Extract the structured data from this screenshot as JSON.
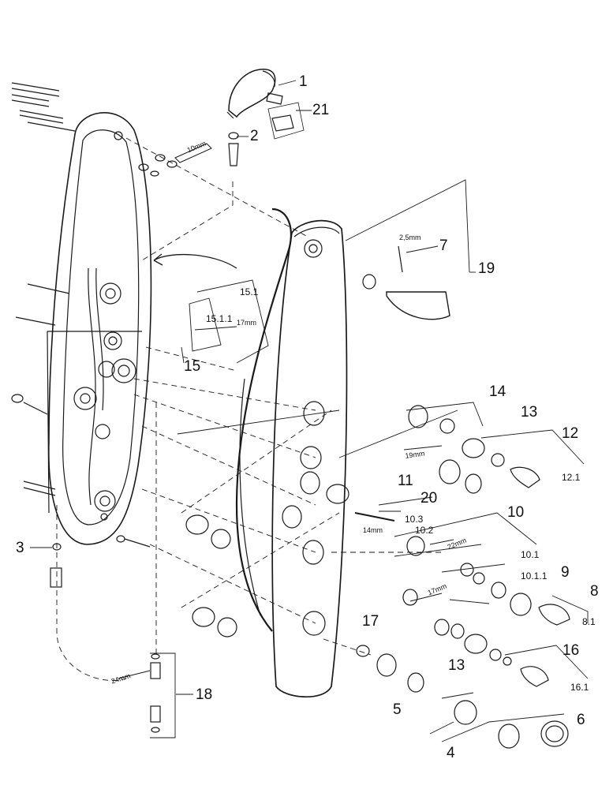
{
  "part_numbers": [
    "1",
    "2",
    "3",
    "4",
    "5",
    "6",
    "7",
    "8",
    "9",
    "10",
    "11",
    "12",
    "13",
    "13",
    "14",
    "15",
    "16",
    "17",
    "18",
    "19",
    "20",
    "21"
  ],
  "sub_numbers": [
    "15.1",
    "15.1.1",
    "12.1",
    "10.3",
    "10.2",
    "10.1",
    "10.1.1",
    "8.1",
    "16.1"
  ],
  "tool_sizes": [
    "10mm",
    "17mm",
    "2,5mm",
    "19mm",
    "14mm",
    "22mm",
    "17mm",
    "24mm"
  ]
}
